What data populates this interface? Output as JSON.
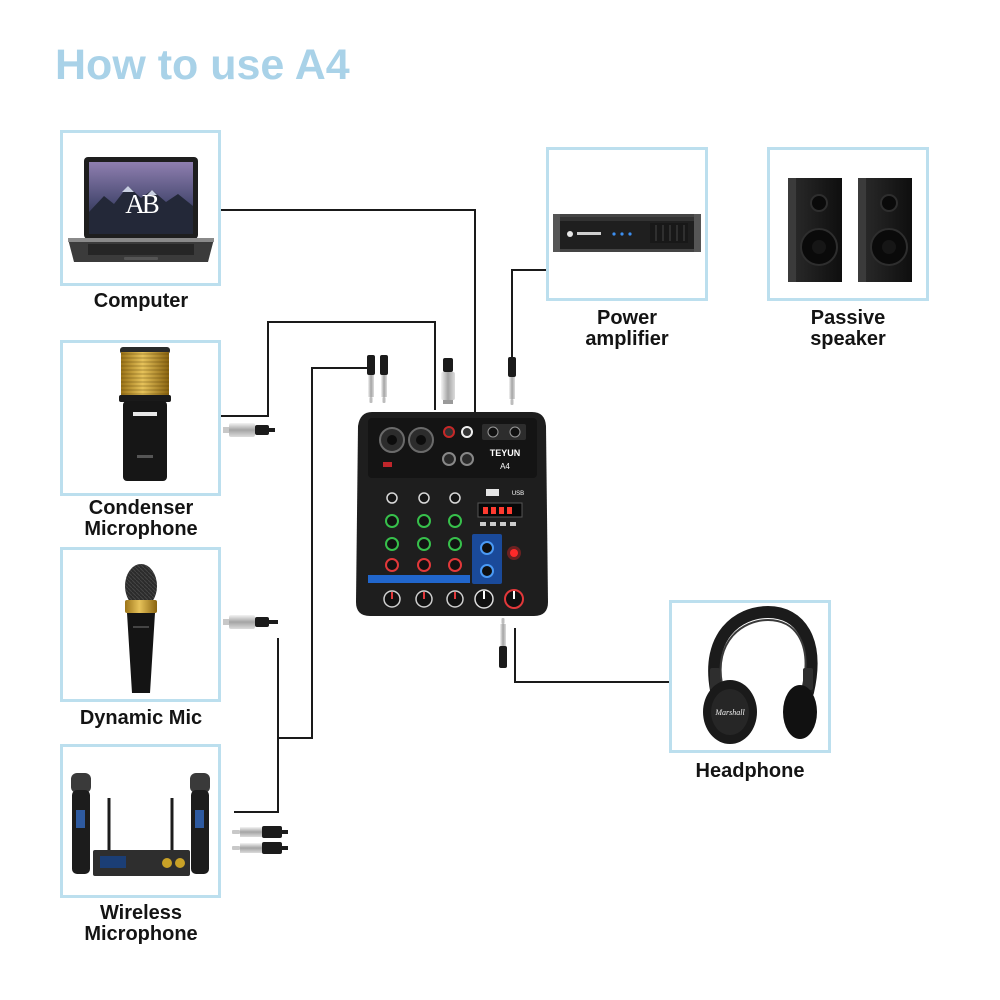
{
  "title": "How to use A4",
  "colors": {
    "title": "#a9d2e8",
    "box_border": "#bcdfee",
    "cable": "#1a1a1a"
  },
  "computer": {
    "icon": "laptop-icon",
    "label": [
      "Computer"
    ],
    "screen_logo": "AB"
  },
  "condenser_microphone": {
    "icon": "condenser-microphone-icon",
    "label": [
      "Condenser",
      "Microphone"
    ]
  },
  "dynamic_mic": {
    "icon": "dynamic-microphone-icon",
    "label": [
      "Dynamic Mic"
    ]
  },
  "wireless_microphone": {
    "icon": "wireless-microphone-icon",
    "label": [
      "Wireless",
      "Microphone"
    ]
  },
  "power_amplifier": {
    "icon": "power-amplifier-icon",
    "label": [
      "Power",
      "amplifier"
    ]
  },
  "passive_speaker": {
    "icon": "passive-speaker-icon",
    "label": [
      "Passive",
      "speaker"
    ]
  },
  "headphone": {
    "icon": "headphone-icon",
    "label": [
      "Headphone"
    ],
    "brand": "Marshall"
  },
  "mixer": {
    "icon": "mixer-icon",
    "brand": "TEYUN",
    "model": "A4",
    "usb_label": "USB"
  }
}
